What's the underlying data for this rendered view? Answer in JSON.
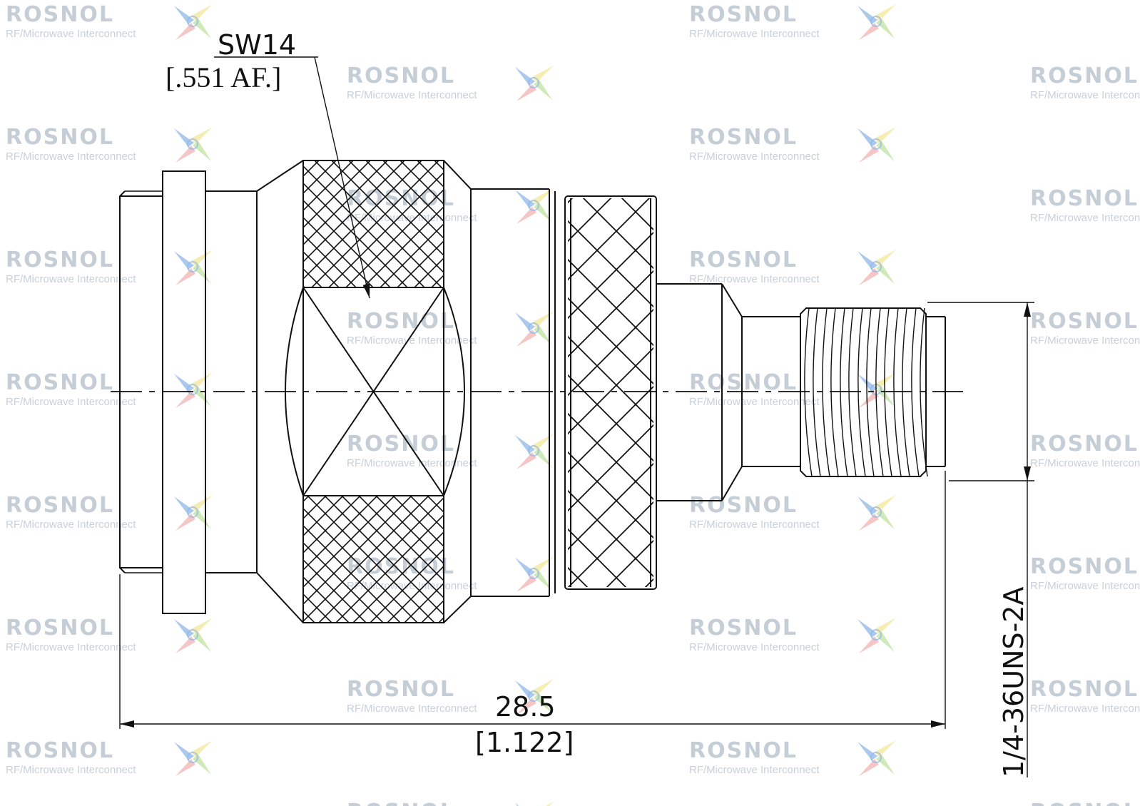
{
  "watermark": {
    "brand": "ROSNOL",
    "tagline": "RF/Microwave Interconnect",
    "icon": "star-logo-icon",
    "colors": {
      "text": "#c5cdd6",
      "logo_blue": "#8fb7e6",
      "logo_green": "#bfe3a0",
      "logo_yellow": "#f2e79a",
      "logo_red": "#f1b3b3"
    }
  },
  "drawing": {
    "wrench_size": "SW14",
    "wrench_size_inch": "[.551 AF.]",
    "overall_length": "28.5",
    "overall_length_inch": "[1.122]",
    "thread_spec": "1/4-36UNS-2A"
  }
}
